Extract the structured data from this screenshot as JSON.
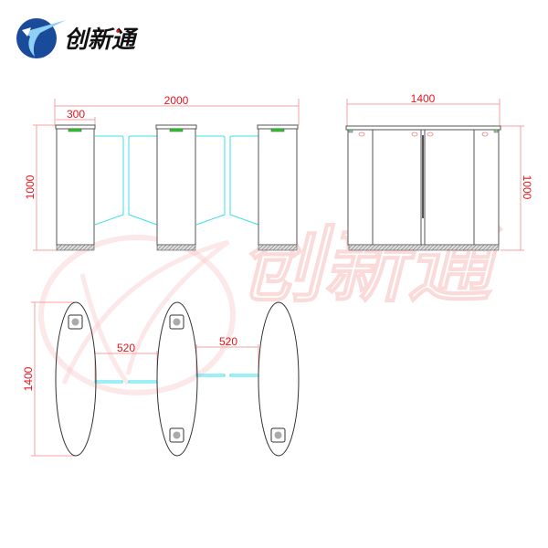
{
  "logo": {
    "brand_text": "创新通",
    "circle_color": "#1a4a9a",
    "accent_color": "#e8141c"
  },
  "watermark": {
    "text": "创新通",
    "color": "#f06060"
  },
  "front_view": {
    "overall_width_label": "2000",
    "pillar_width_label": "300",
    "height_label": "1000"
  },
  "side_view": {
    "width_label": "1400",
    "height_label": "1000"
  },
  "top_view": {
    "length_label": "1400",
    "lane1_width_label": "520",
    "lane2_width_label": "520"
  },
  "colors": {
    "dimension": "#e8141c",
    "glass": "#3ee0e8",
    "indicator": "#22cc22",
    "outline": "#555555"
  }
}
